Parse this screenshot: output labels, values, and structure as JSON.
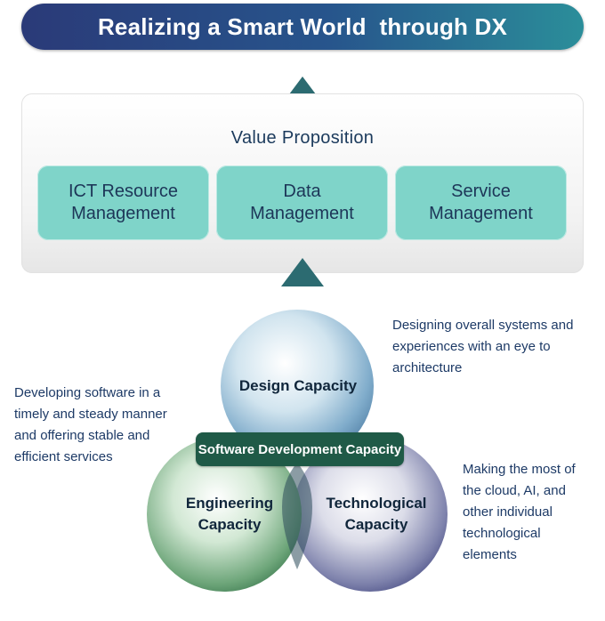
{
  "banner": {
    "title": "Realizing a Smart World  through DX"
  },
  "value_proposition": {
    "title": "Value Proposition",
    "items": [
      {
        "line1": "ICT Resource",
        "line2": "Management"
      },
      {
        "line1": "Data",
        "line2": "Management"
      },
      {
        "line1": "Service",
        "line2": "Management"
      }
    ]
  },
  "capacities": {
    "design": "Design Capacity",
    "engineering": {
      "line1": "Engineering",
      "line2": "Capacity"
    },
    "technological": {
      "line1": "Technological",
      "line2": "Capacity"
    },
    "software_development": "Software Development Capacity"
  },
  "descriptions": {
    "design": [
      "Designing overall systems and",
      "experiences with an eye to",
      "architecture"
    ],
    "engineering": [
      "Developing software in a",
      "timely and steady manner",
      "and offering stable and",
      "efficient services"
    ],
    "technological": [
      "Making the most of",
      "the cloud, AI, and",
      "other individual",
      "technological",
      "elements"
    ]
  },
  "colors": {
    "banner_start": "#2a3a78",
    "banner_end": "#2b8e9a",
    "arrow": "#2c6b71",
    "box": "#7fd4c9",
    "design_sphere": "#4f90b8",
    "engineering_sphere": "#3f8a55",
    "technological_sphere": "#4a4f8e",
    "software_badge": "#1f5a47"
  }
}
